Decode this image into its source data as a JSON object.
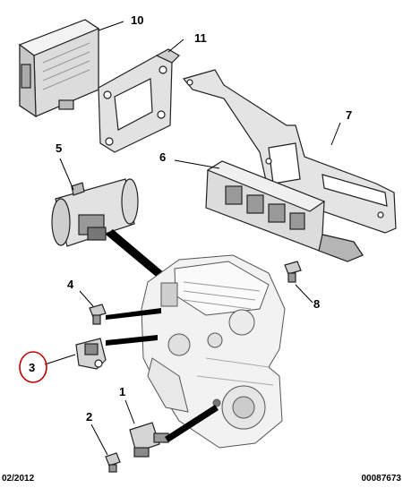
{
  "callouts": [
    {
      "label": "10"
    },
    {
      "label": "11"
    },
    {
      "label": "7"
    },
    {
      "label": "6"
    },
    {
      "label": "5"
    },
    {
      "label": "8"
    },
    {
      "label": "4"
    },
    {
      "label": "3",
      "highlight": "#c00000"
    },
    {
      "label": "1"
    },
    {
      "label": "2"
    }
  ],
  "footer": {
    "date": "02/2012",
    "code": "00087673"
  },
  "colors": {
    "outline": "#222222",
    "part_fill": "#e6e6e6",
    "part_dark": "#9a9a9a",
    "engine_fill": "#f2f2f2",
    "highlight": "#c00000"
  }
}
